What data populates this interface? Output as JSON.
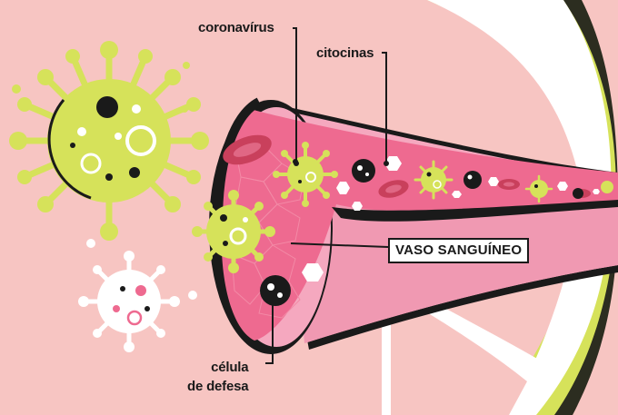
{
  "labels": {
    "coronavirus": "coronavírus",
    "citocinas": "citocinas",
    "celula_line1": "célula",
    "celula_line2": "de defesa",
    "vaso": "VASO SANGUÍNEO"
  },
  "colors": {
    "background": "#f7c5c2",
    "virus_green": "#d6e25a",
    "vessel_pink": "#f5a8bf",
    "vessel_inner": "#ee6a90",
    "dark": "#1a1a1a",
    "red_cell": "#c9405c"
  }
}
